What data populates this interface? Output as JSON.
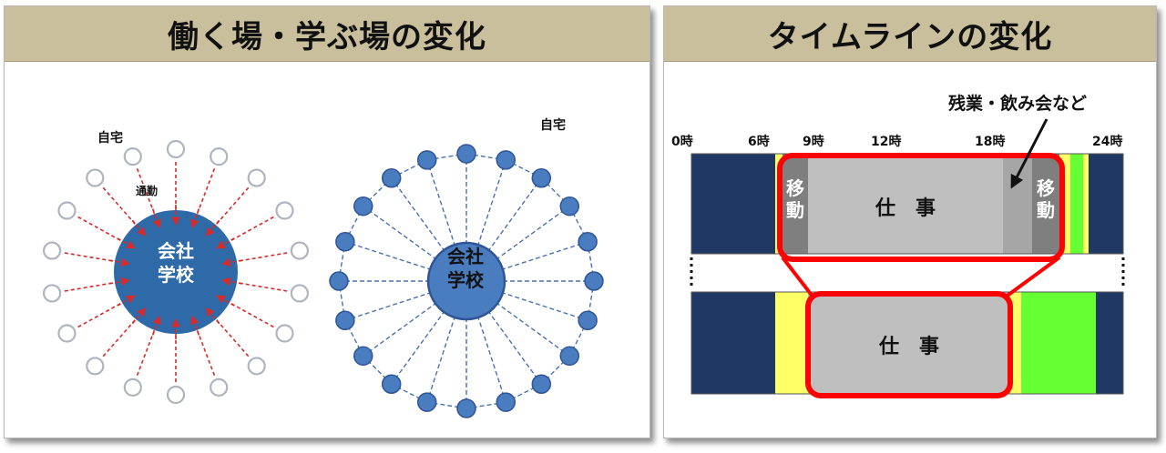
{
  "left_panel": {
    "title": "働く場・学ぶ場の変化",
    "old_model": {
      "home_label": "自宅",
      "commute_label": "通勤",
      "center_label_line1": "会社",
      "center_label_line2": "学校"
    },
    "new_model": {
      "home_label": "自宅",
      "center_label_line1": "会社",
      "center_label_line2": "学校"
    }
  },
  "right_panel": {
    "title": "タイムラインの変化",
    "annotation": "残業・飲み会など",
    "hour_labels": [
      "0時",
      "6時",
      "9時",
      "12時",
      "18時",
      "24時"
    ],
    "top_bar": {
      "commute_left_line1": "移",
      "commute_left_line2": "動",
      "work_label": "仕　事",
      "commute_right_line1": "移",
      "commute_right_line2": "動"
    },
    "bottom_bar": {
      "work_label": "仕　事"
    }
  },
  "colors": {
    "banner": "#c9bf9c",
    "navy": "#1f3864",
    "yellow": "#ffff66",
    "green": "#66ff33",
    "work_gray": "#bfbfbf",
    "commute_gray": "#7f7f7f",
    "overtime_gray": "#a6a6a6",
    "highlight_red": "#ff0000",
    "big_circle": "#2e69a8",
    "node_blue": "#4a7cc0",
    "hollow_ring": "#b0b4c0",
    "arrow_red": "#d62b2b",
    "spoke_blue": "#4a72b0"
  }
}
